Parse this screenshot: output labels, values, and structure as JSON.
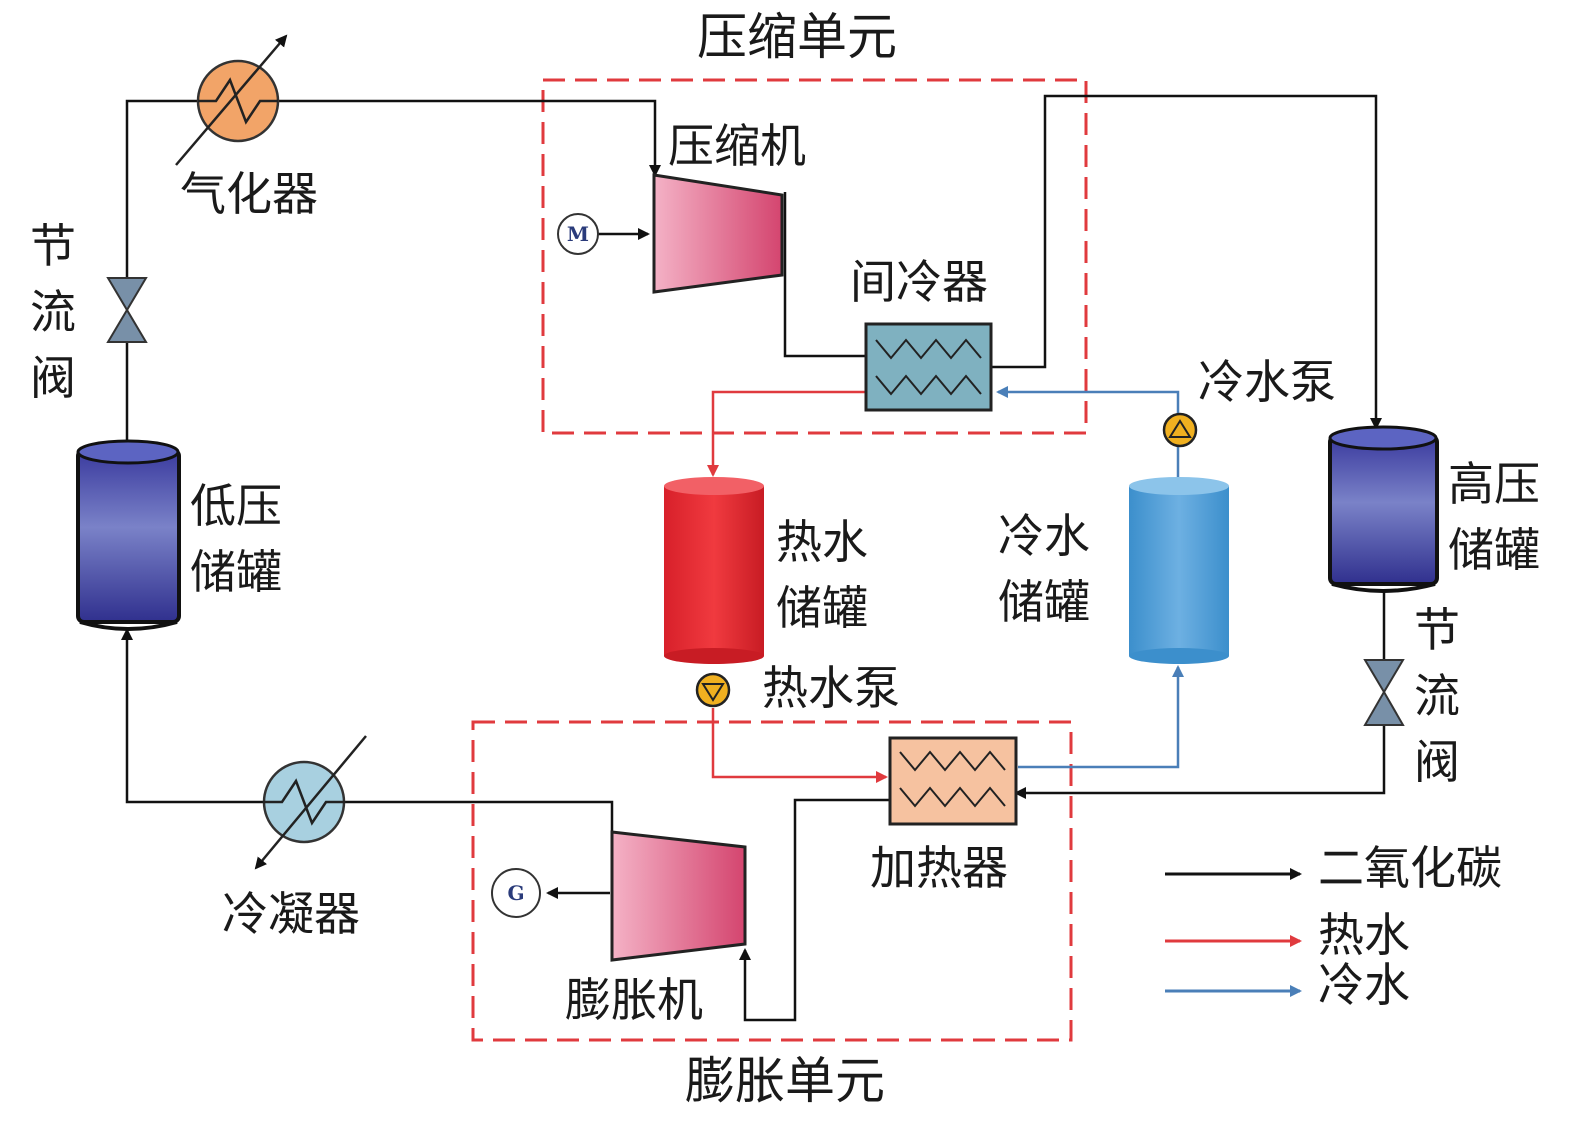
{
  "units": {
    "compression": "压缩单元",
    "expansion": "膨胀单元"
  },
  "components": {
    "compressor": "压缩机",
    "intercooler": "间冷器",
    "vaporizer": "气化器",
    "throttle_left": [
      "节",
      "流",
      "阀"
    ],
    "throttle_right": [
      "节",
      "流",
      "阀"
    ],
    "low_pressure_tank": [
      "低压",
      "储罐"
    ],
    "high_pressure_tank": [
      "高压",
      "储罐"
    ],
    "hot_water_tank": [
      "热水",
      "储罐"
    ],
    "cold_water_tank": [
      "冷水",
      "储罐"
    ],
    "cold_water_pump": "冷水泵",
    "hot_water_pump": "热水泵",
    "heater": "加热器",
    "condenser": "冷凝器",
    "expander": "膨胀机",
    "motor": "M",
    "generator": "G"
  },
  "legend": [
    {
      "label": "二氧化碳",
      "color": "#111111"
    },
    {
      "label": "热水",
      "color": "#e03a3e"
    },
    {
      "label": "冷水",
      "color": "#4a7fb8"
    }
  ],
  "colors": {
    "co2": "#111111",
    "hot_water": "#e03a3e",
    "cold_water": "#4a7fb8",
    "unit_border": "#e03a3e"
  }
}
